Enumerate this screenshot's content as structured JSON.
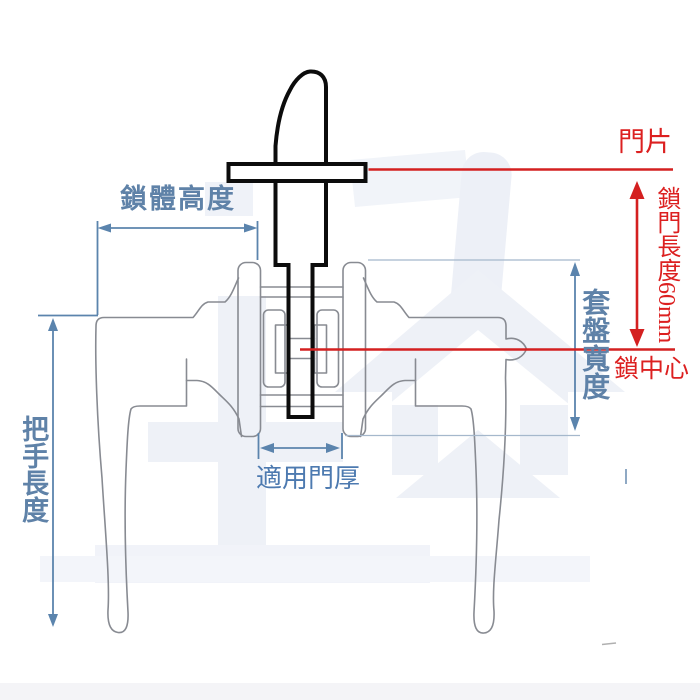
{
  "diagram": {
    "type": "door-lever-lockset-dimension-diagram",
    "labels": {
      "lock_body_height": "鎖體高度",
      "door_panel": "門片",
      "lock_door_length": "鎖門長度60mm",
      "cover_plate_width": "套盤寬度",
      "lock_center": "鎖中心",
      "handle_length": "把手長度",
      "door_thickness": "適用門厚"
    },
    "dimensions_shown": {
      "lock_door_length_value": "60mm"
    },
    "colors": {
      "dimension_blue": "#5f82a8",
      "annotation_red": "#dc2020",
      "outline_gray": "#888b92",
      "door_black": "#0c0c0c",
      "watermark": "#eef1f7"
    }
  }
}
